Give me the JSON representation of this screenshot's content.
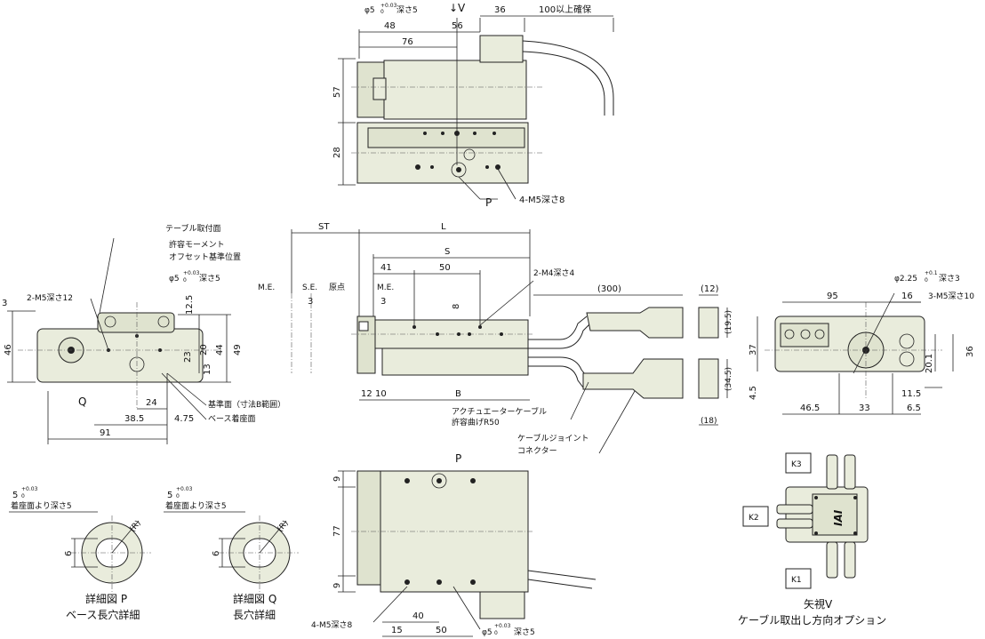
{
  "top_view": {
    "phi5_note": "φ5",
    "tol": "+0.03",
    "tol0": "0",
    "depth5": "深さ5",
    "view_v": "↓V",
    "dim_36": "36",
    "cable_clear": "100以上確保",
    "dim_48": "48",
    "dim_56": "56",
    "dim_76": "76",
    "dim_57": "57",
    "dim_28": "28",
    "label_p": "P",
    "m5_note": "4-M5深さ8"
  },
  "left_view": {
    "table_mount": "テーブル取付面",
    "moment_ref1": "許容モーメント",
    "moment_ref2": "オフセット基準位置",
    "phi5": "φ5",
    "tol": "+0.03",
    "tol0": "0",
    "depth5": "深さ5",
    "m5_12": "2-M5深さ12",
    "dim_3": "3",
    "dim_46": "46",
    "dim_12_5": "12.5",
    "dim_44": "44",
    "dim_49": "49",
    "dim_20": "20",
    "dim_23": "23",
    "dim_13": "13",
    "dim_24": "24",
    "dim_38_5": "38.5",
    "dim_4_75": "4.75",
    "dim_91": "91",
    "label_q": "Q",
    "ref_face": "基準面（寸法B範囲）",
    "base_face": "ベース着座面"
  },
  "side_view": {
    "st": "ST",
    "l": "L",
    "s": "S",
    "dim_41": "41",
    "dim_50": "50",
    "m4_note": "2-M4深さ4",
    "dim_300": "(300)",
    "dim_12p": "(12)",
    "me1": "M.E.",
    "se": "S.E.",
    "origin": "原点",
    "me2": "M.E.",
    "dim_3a": "3",
    "dim_3b": "3",
    "dim_8": "8",
    "dim_19_5": "(19.5)",
    "dim_34_5": "(34.5)",
    "dim_18": "(18)",
    "dim_12": "12",
    "dim_10": "10",
    "b": "B",
    "act_cable1": "アクチュエーターケーブル",
    "act_cable2": "許容曲げR50",
    "joint1": "ケーブルジョイント",
    "joint2": "コネクター"
  },
  "right_view": {
    "dim_95": "95",
    "phi2_25": "φ2.25",
    "tol": "+0.1",
    "tol0": "0",
    "depth3": "深さ3",
    "dim_16": "16",
    "m5_10": "3-M5深さ10",
    "dim_37": "37",
    "dim_36": "36",
    "dim_20_1": "20.1",
    "dim_4_5": "4.5",
    "dim_11_5": "11.5",
    "dim_46_5": "46.5",
    "dim_33": "33",
    "dim_6_5": "6.5"
  },
  "bottom_view": {
    "label_p": "P",
    "dim_9a": "9",
    "dim_77": "77",
    "dim_9b": "9",
    "m5_8": "4-M5深さ8",
    "dim_40": "40",
    "dim_15": "15",
    "dim_50": "50",
    "phi5": "φ5",
    "tol": "+0.03",
    "tol0": "0",
    "depth5": "深さ5"
  },
  "detail_p": {
    "dim_5": "5",
    "tol": "+0.03",
    "tol0": "0",
    "note": "着座面より深さ5",
    "dim_6": "6",
    "r": "(R)",
    "title1": "詳細図 P",
    "title2": "ベース長穴詳細"
  },
  "detail_q": {
    "dim_5": "5",
    "tol": "+0.03",
    "tol0": "0",
    "note": "着座面より深さ5",
    "dim_6": "6",
    "r": "(R)",
    "title1": "詳細図 Q",
    "title2": "長穴詳細"
  },
  "view_v": {
    "k1": "K1",
    "k2": "K2",
    "k3": "K3",
    "logo": "IAI",
    "title1": "矢視V",
    "title2": "ケーブル取出し方向オプション"
  }
}
